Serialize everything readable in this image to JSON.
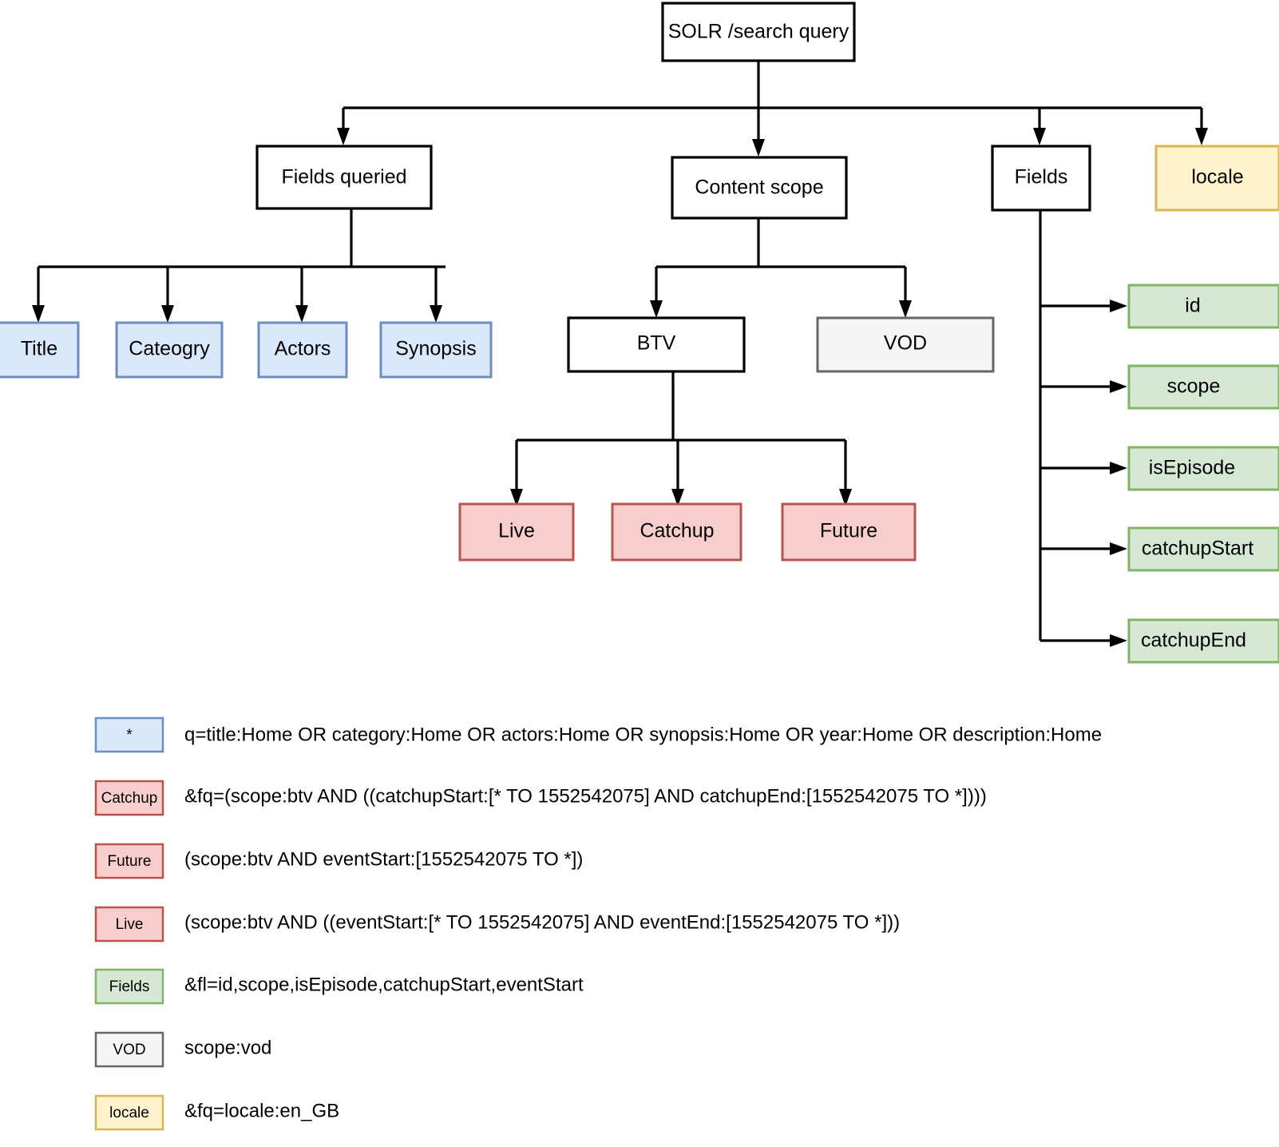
{
  "diagram": {
    "title_node": {
      "label": "SOLR /search query"
    },
    "level2": [
      {
        "id": "fields-queried",
        "label": "Fields queried",
        "fill": "#ffffff",
        "stroke": "#000000"
      },
      {
        "id": "content-scope",
        "label": "Content scope",
        "fill": "#ffffff",
        "stroke": "#000000"
      },
      {
        "id": "fields",
        "label": "Fields",
        "fill": "#ffffff",
        "stroke": "#000000"
      },
      {
        "id": "locale",
        "label": "locale",
        "fill": "#fff2cc",
        "stroke": "#d6b656"
      }
    ],
    "queried_fields": [
      {
        "id": "title",
        "label": "Title"
      },
      {
        "id": "cateogry",
        "label": "Cateogry"
      },
      {
        "id": "actors",
        "label": "Actors"
      },
      {
        "id": "synopsis",
        "label": "Synopsis"
      }
    ],
    "scopes": [
      {
        "id": "btv",
        "label": "BTV",
        "fill": "#ffffff",
        "stroke": "#000000"
      },
      {
        "id": "vod",
        "label": "VOD",
        "fill": "#f5f5f5",
        "stroke": "#666666"
      }
    ],
    "btv_children": [
      {
        "id": "live",
        "label": "Live"
      },
      {
        "id": "catchup",
        "label": "Catchup"
      },
      {
        "id": "future",
        "label": "Future"
      }
    ],
    "field_list": [
      {
        "id": "id",
        "label": "id"
      },
      {
        "id": "scope",
        "label": "scope"
      },
      {
        "id": "isepisode",
        "label": "isEpisode"
      },
      {
        "id": "catchupstart",
        "label": "catchupStart"
      },
      {
        "id": "catchupend",
        "label": "catchupEnd"
      }
    ]
  },
  "legend": [
    {
      "chip": "*",
      "chip_fill": "#dae8fc",
      "chip_stroke": "#6c8ebf",
      "text": "q=title:Home OR category:Home OR actors:Home OR synopsis:Home OR year:Home OR description:Home"
    },
    {
      "chip": "Catchup",
      "chip_fill": "#f8cecc",
      "chip_stroke": "#b85450",
      "text": "&fq=(scope:btv AND ((catchupStart:[* TO 1552542075] AND catchupEnd:[1552542075 TO *])))"
    },
    {
      "chip": "Future",
      "chip_fill": "#f8cecc",
      "chip_stroke": "#b85450",
      "text": "(scope:btv AND eventStart:[1552542075 TO *])"
    },
    {
      "chip": "Live",
      "chip_fill": "#f8cecc",
      "chip_stroke": "#b85450",
      "text": "(scope:btv AND ((eventStart:[* TO 1552542075] AND eventEnd:[1552542075 TO *]))"
    },
    {
      "chip": "Fields",
      "chip_fill": "#d5e8d4",
      "chip_stroke": "#82b366",
      "text": "&fl=id,scope,isEpisode,catchupStart,eventStart"
    },
    {
      "chip": "VOD",
      "chip_fill": "#f5f5f5",
      "chip_stroke": "#666666",
      "text": "scope:vod"
    },
    {
      "chip": "locale",
      "chip_fill": "#fff2cc",
      "chip_stroke": "#d6b656",
      "text": "&fq=locale:en_GB"
    }
  ],
  "colors": {
    "blue_fill": "#dae8fc",
    "blue_stroke": "#6c8ebf",
    "red_fill": "#f8cecc",
    "red_stroke": "#b85450",
    "green_fill": "#d5e8d4",
    "green_stroke": "#82b366",
    "yellow_fill": "#fff2cc",
    "yellow_stroke": "#d6b656",
    "gray_fill": "#f5f5f5",
    "gray_stroke": "#666666",
    "line": "#000000"
  }
}
